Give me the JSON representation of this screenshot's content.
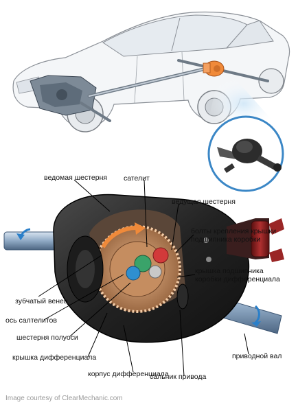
{
  "labels": {
    "driven_gear": "ведомая шестерня",
    "satellite": "сателит",
    "drive_gear": "ведущая шестерня",
    "bearing_cover_bolts_line1": "болты крепления крышки",
    "bearing_cover_bolts_line2": "подшипника коробки",
    "diff_bearing_cover_line1": "крышка подшипника",
    "diff_bearing_cover_line2": "коробки дифференциала",
    "ring_gear": "зубчатый венец",
    "satellite_axle": "ось салтелитов",
    "axle_gear": "шестерня полуоси",
    "diff_cover": "крышка дифференциала",
    "drive_shaft": "приводной вал",
    "diff_housing": "корпус дифференциала",
    "drive_seal": "сальник привода"
  },
  "credit": "Image courtesy of ClearMechanic.com",
  "colors": {
    "housing": "#2b2b2b",
    "ring_gear": "#c89468",
    "drive_flange": "#8b1f1f",
    "highlight_part": "#f08a3a",
    "axle_blue": "#9ab8d8",
    "arrow_blue": "#2a7fc9"
  }
}
